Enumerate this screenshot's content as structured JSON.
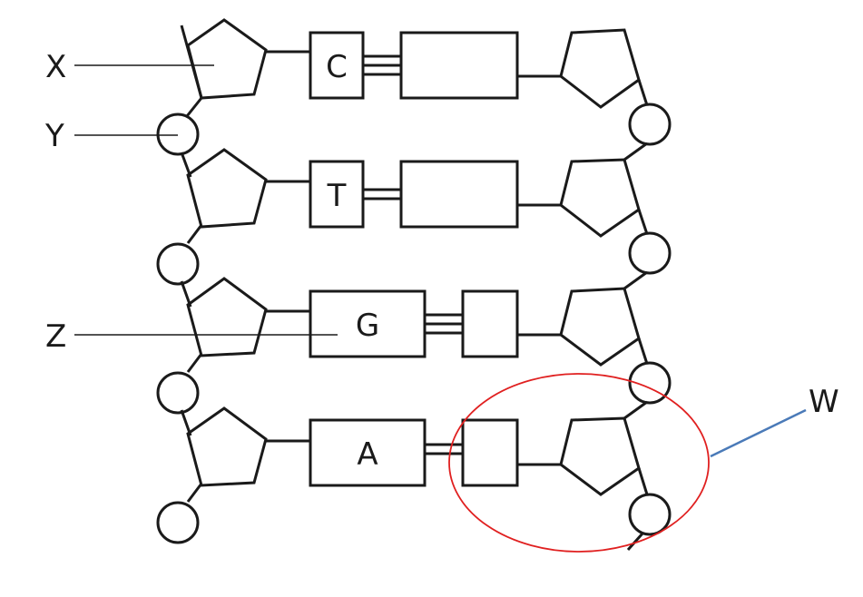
{
  "labels": {
    "x": "X",
    "y": "Y",
    "z": "Z",
    "w": "W"
  },
  "bases": {
    "pair1_left": "C",
    "pair2_left": "T",
    "pair3_left": "G",
    "pair4_left": "A"
  },
  "colors": {
    "stroke": "#1a1a1a",
    "highlight_ellipse": "#e02020",
    "w_pointer": "#4a7ab8"
  }
}
